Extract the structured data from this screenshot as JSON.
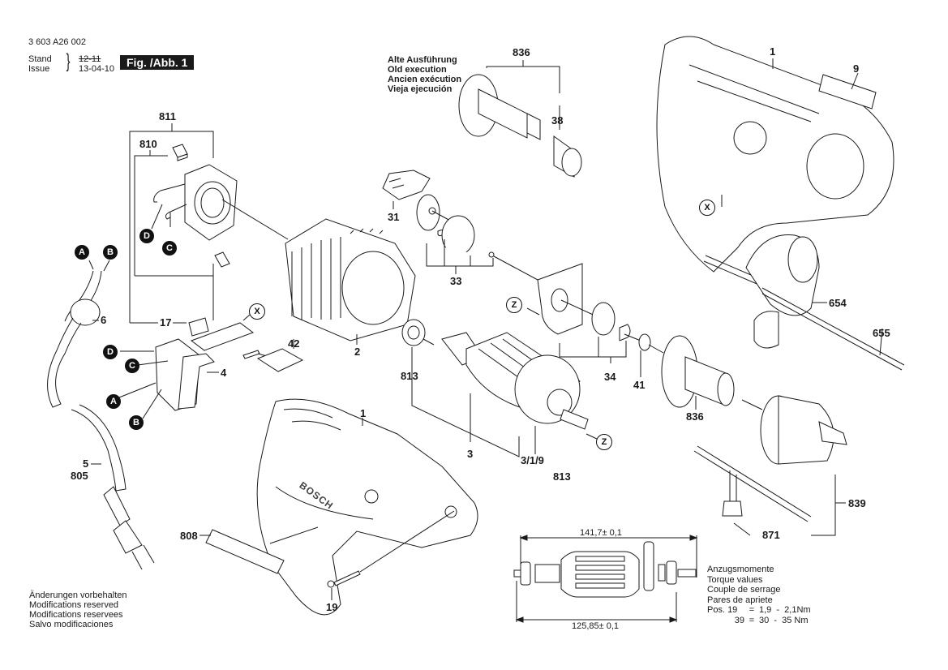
{
  "header": {
    "document_number": "3 603 A26 002",
    "stand_label": "Stand",
    "issue_label": "Issue",
    "old_date": "12-11",
    "new_date": "13-04-10",
    "figure_label": "Fig. /Abb. 1"
  },
  "old_execution_note": [
    "Alte Ausführung",
    "Old execution",
    "Ancien exécution",
    "Vieja ejecución"
  ],
  "modifications_note": [
    "Änderungen vorbehalten",
    "Modifications reserved",
    "Modifications reservees",
    "Salvo modificaciones"
  ],
  "torque_values": {
    "titles": [
      "Anzugsmomente",
      "Torque values",
      "Couple de serrage",
      "Pares de apriete"
    ],
    "rows": [
      {
        "prefix": "Pos. 19",
        "eq": "=",
        "range": "1,9  -  2,1Nm"
      },
      {
        "prefix": "39",
        "eq": "=",
        "range": "30  -  35 Nm"
      }
    ]
  },
  "armature_dimensions": {
    "overall": "141,7± 0,1",
    "core": "125,85± 0,1"
  },
  "part_labels": {
    "p811": "811",
    "p810": "810",
    "p17": "17",
    "p6": "6",
    "p5": "5",
    "p805": "805",
    "p4": "4",
    "p42": "42",
    "p2": "2",
    "p31": "31",
    "p33": "33",
    "p836a": "836",
    "p38": "38",
    "p1a": "1",
    "p9": "9",
    "p654": "654",
    "p655": "655",
    "p34": "34",
    "p41": "41",
    "p836b": "836",
    "p813a": "813",
    "p3": "3",
    "p319": "3/1/9",
    "p813b": "813",
    "p1b": "1",
    "p808": "808",
    "p19": "19",
    "p839": "839",
    "p871": "871"
  },
  "connection_callouts": {
    "cordA": "A",
    "cordB": "B",
    "brushD": "D",
    "brushC": "C",
    "switchD": "D",
    "switchC": "C",
    "switchA": "A",
    "switchB": "B"
  },
  "reference_markers": {
    "x1": "X",
    "x2": "X",
    "z1": "Z",
    "z2": "Z"
  },
  "housing_brand": "BOSCH"
}
